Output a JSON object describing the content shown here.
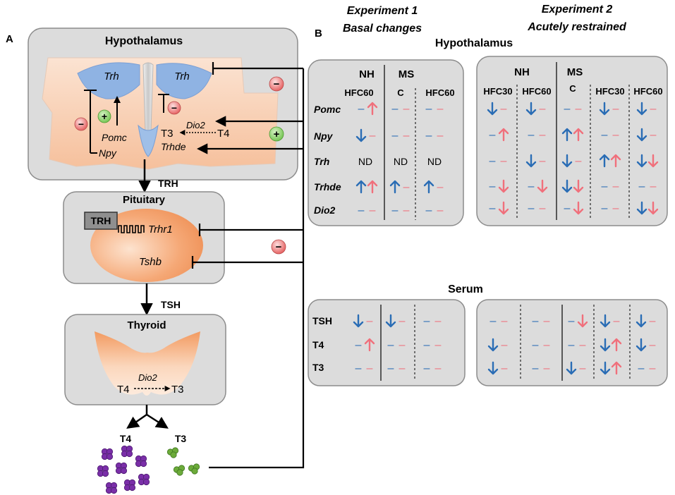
{
  "panels": {
    "a": "A",
    "b": "B"
  },
  "experiments": {
    "exp1": {
      "line1": "Experiment 1",
      "line2": "Basal changes"
    },
    "exp2": {
      "line1": "Experiment 2",
      "line2": "Acutely restrained"
    }
  },
  "section_titles": {
    "hypothalamus": "Hypothalamus",
    "serum": "Serum"
  },
  "panel_a": {
    "hypothalamus": "Hypothalamus",
    "pituitary": "Pituitary",
    "thyroid": "Thyroid",
    "trh_left": "Trh",
    "trh_right": "Trh",
    "pomc": "Pomc",
    "npy": "Npy",
    "t3": "T3",
    "t4": "T4",
    "dio2_hyp": "Dio2",
    "trhde": "Trhde",
    "trh_signal": "TRH",
    "trh_receptor_box": "TRH",
    "trhr1": "Trhr1",
    "tshb": "Tshb",
    "tsh_signal": "TSH",
    "thyroid_t4": "T4",
    "thyroid_t3": "T3",
    "dio2_thyroid": "Dio2",
    "out_t4": "T4",
    "out_t3": "T3",
    "plus": "+",
    "minus": "−"
  },
  "table_exp1": {
    "groups": [
      "NH",
      "MS"
    ],
    "columns": [
      "HFC60",
      "C",
      "HFC60"
    ],
    "rows": [
      "Pomc",
      "Npy",
      "Trh",
      "Trhde",
      "Dio2"
    ],
    "nd": "ND"
  },
  "table_exp2": {
    "groups": [
      "NH",
      "MS"
    ],
    "columns": [
      "HFC30",
      "HFC60",
      "C",
      "HFC30",
      "HFC60"
    ]
  },
  "serum_rows": [
    "TSH",
    "T4",
    "T3"
  ],
  "dash": "–",
  "legend_colors": {
    "blue": "#2a6db5",
    "red": "#f0707c"
  }
}
